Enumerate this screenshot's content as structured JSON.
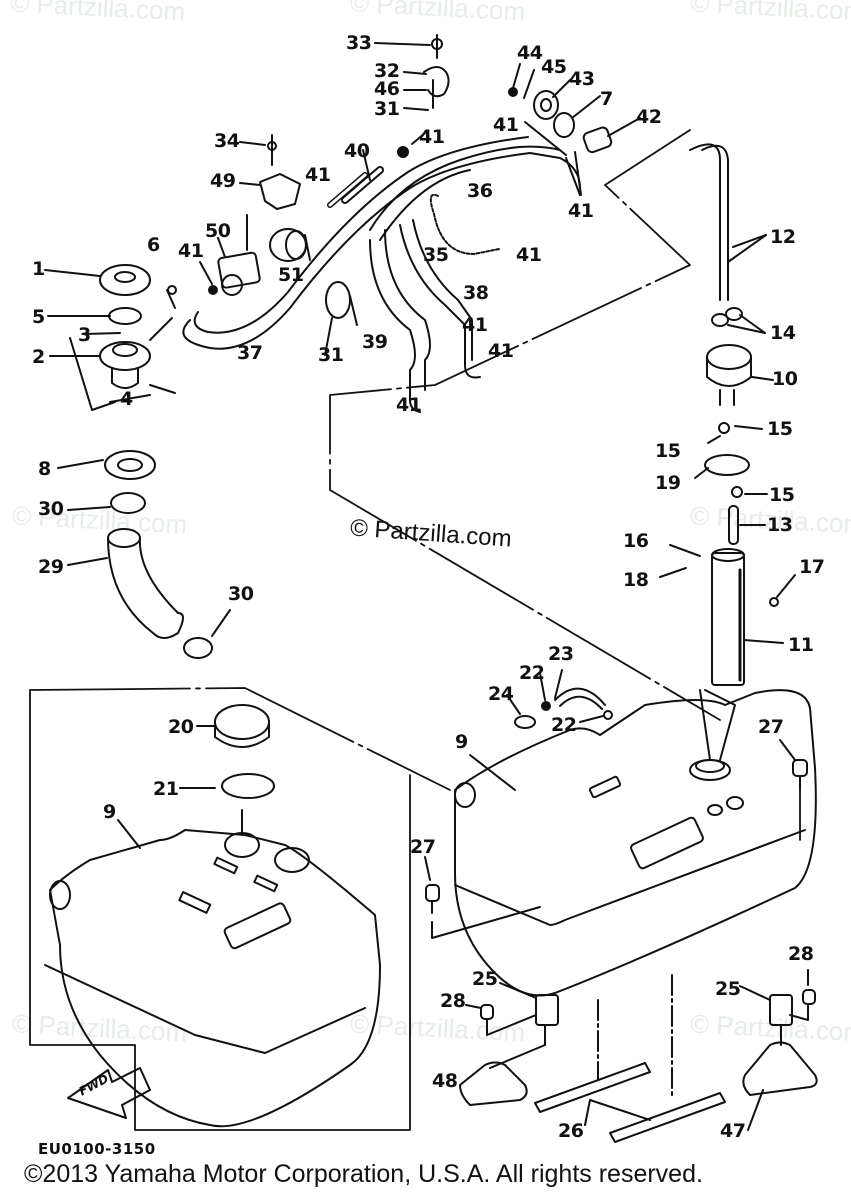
{
  "watermarks": {
    "text": "© Partzilla.com",
    "center_text": "© Partzilla.com"
  },
  "diagram": {
    "title_code": "EU0100-3150",
    "copyright": "©2013  Yamaha Motor Corporation, U.S.A. All rights reserved.",
    "fwd_label": "FWD",
    "callouts": [
      {
        "id": "c33",
        "label": "33"
      },
      {
        "id": "c32",
        "label": "32"
      },
      {
        "id": "c46",
        "label": "46"
      },
      {
        "id": "c31a",
        "label": "31"
      },
      {
        "id": "c44",
        "label": "44"
      },
      {
        "id": "c45",
        "label": "45"
      },
      {
        "id": "c43",
        "label": "43"
      },
      {
        "id": "c7",
        "label": "7"
      },
      {
        "id": "c42",
        "label": "42"
      },
      {
        "id": "c41a",
        "label": "41"
      },
      {
        "id": "c41b",
        "label": "41"
      },
      {
        "id": "c41c",
        "label": "41"
      },
      {
        "id": "c34",
        "label": "34"
      },
      {
        "id": "c40",
        "label": "40"
      },
      {
        "id": "c49",
        "label": "49"
      },
      {
        "id": "c41d",
        "label": "41"
      },
      {
        "id": "c36",
        "label": "36"
      },
      {
        "id": "c12",
        "label": "12"
      },
      {
        "id": "c50",
        "label": "50"
      },
      {
        "id": "c6",
        "label": "6"
      },
      {
        "id": "c41e",
        "label": "41"
      },
      {
        "id": "c41f",
        "label": "41"
      },
      {
        "id": "c1",
        "label": "1"
      },
      {
        "id": "c51",
        "label": "51"
      },
      {
        "id": "c35",
        "label": "35"
      },
      {
        "id": "c38",
        "label": "38"
      },
      {
        "id": "c5",
        "label": "5"
      },
      {
        "id": "c14",
        "label": "14"
      },
      {
        "id": "c3",
        "label": "3"
      },
      {
        "id": "c37",
        "label": "37"
      },
      {
        "id": "c31b",
        "label": "31"
      },
      {
        "id": "c39",
        "label": "39"
      },
      {
        "id": "c41g",
        "label": "41"
      },
      {
        "id": "c2",
        "label": "2"
      },
      {
        "id": "c41h",
        "label": "41"
      },
      {
        "id": "c10",
        "label": "10"
      },
      {
        "id": "c4",
        "label": "4"
      },
      {
        "id": "c41i",
        "label": "41"
      },
      {
        "id": "c15a",
        "label": "15"
      },
      {
        "id": "c15b",
        "label": "15"
      },
      {
        "id": "c8",
        "label": "8"
      },
      {
        "id": "c19",
        "label": "19"
      },
      {
        "id": "c15c",
        "label": "15"
      },
      {
        "id": "c30a",
        "label": "30"
      },
      {
        "id": "c13",
        "label": "13"
      },
      {
        "id": "c16",
        "label": "16"
      },
      {
        "id": "c29",
        "label": "29"
      },
      {
        "id": "c17",
        "label": "17"
      },
      {
        "id": "c18",
        "label": "18"
      },
      {
        "id": "c30b",
        "label": "30"
      },
      {
        "id": "c11",
        "label": "11"
      },
      {
        "id": "c23",
        "label": "23"
      },
      {
        "id": "c22a",
        "label": "22"
      },
      {
        "id": "c24",
        "label": "24"
      },
      {
        "id": "c22b",
        "label": "22"
      },
      {
        "id": "c20",
        "label": "20"
      },
      {
        "id": "c9a",
        "label": "9"
      },
      {
        "id": "c27a",
        "label": "27"
      },
      {
        "id": "c21",
        "label": "21"
      },
      {
        "id": "c9b",
        "label": "9"
      },
      {
        "id": "c27b",
        "label": "27"
      },
      {
        "id": "c28a",
        "label": "28"
      },
      {
        "id": "c25a",
        "label": "25"
      },
      {
        "id": "c28b",
        "label": "28"
      },
      {
        "id": "c25b",
        "label": "25"
      },
      {
        "id": "c48",
        "label": "48"
      },
      {
        "id": "c26",
        "label": "26"
      },
      {
        "id": "c47",
        "label": "47"
      }
    ]
  }
}
